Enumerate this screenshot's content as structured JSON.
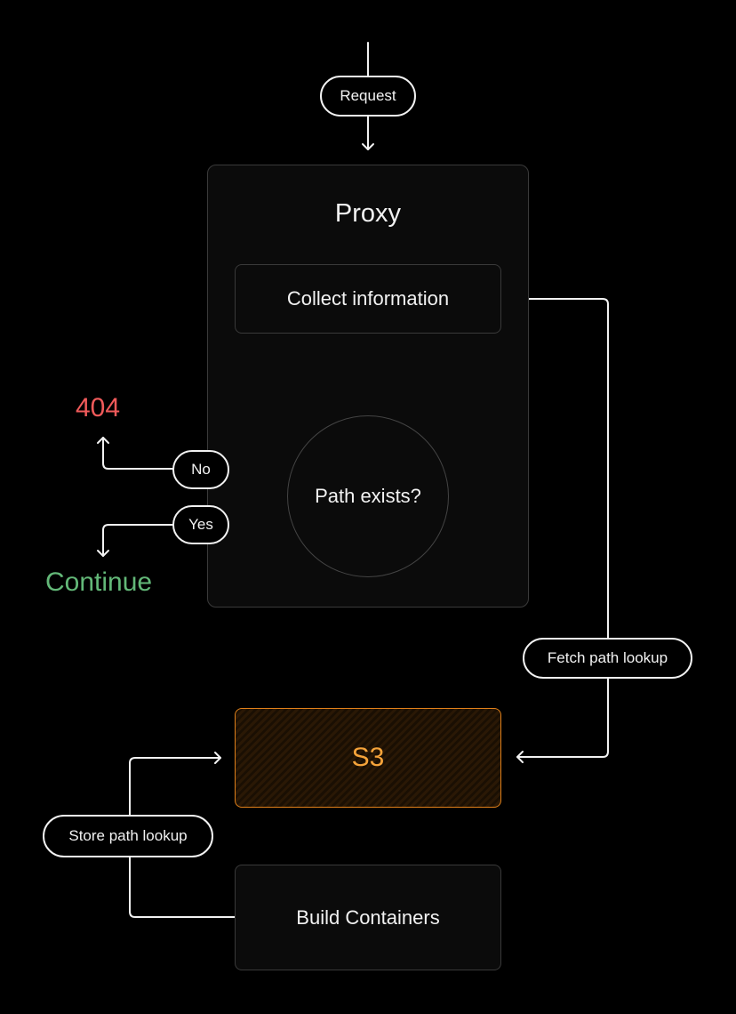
{
  "diagram": {
    "request_label": "Request",
    "proxy_title": "Proxy",
    "collect_label": "Collect information",
    "decision_label": "Path exists?",
    "no_label": "No",
    "yes_label": "Yes",
    "outcome_not_found": "404",
    "outcome_continue": "Continue",
    "fetch_label": "Fetch path lookup",
    "s3_label": "S3",
    "store_label": "Store path lookup",
    "build_label": "Build Containers"
  },
  "colors": {
    "background": "#000000",
    "line": "#f2f2f2",
    "box_border": "#3a3a3a",
    "s3_accent": "#e0801a",
    "not_found": "#ef5a5a",
    "continue": "#63b878"
  }
}
